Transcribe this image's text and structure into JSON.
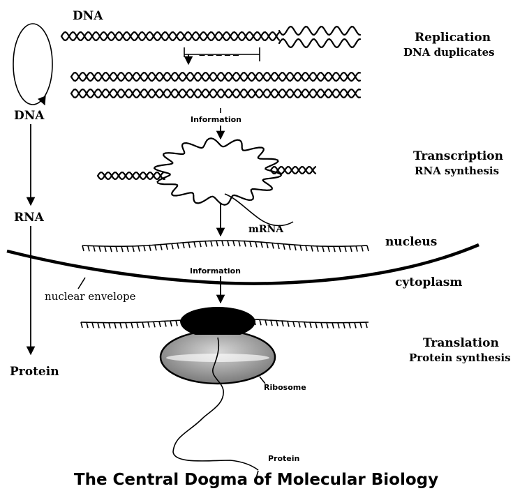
{
  "flow": {
    "dna_top": "DNA",
    "dna": "DNA",
    "rna": "RNA",
    "protein": "Protein"
  },
  "stages": {
    "replication_title": "Replication",
    "replication_sub": "DNA duplicates",
    "transcription_title": "Transcription",
    "transcription_sub": "RNA synthesis",
    "translation_title": "Translation",
    "translation_sub": "Protein synthesis"
  },
  "labels": {
    "information_1": "Information",
    "information_2": "Information",
    "mrna": "mRNA",
    "nucleus": "nucleus",
    "cytoplasm": "cytoplasm",
    "nuclear_envelope": "nuclear envelope",
    "ribosome": "Ribosome",
    "protein": "Protein"
  },
  "title": "The Central Dogma of Molecular Biology"
}
